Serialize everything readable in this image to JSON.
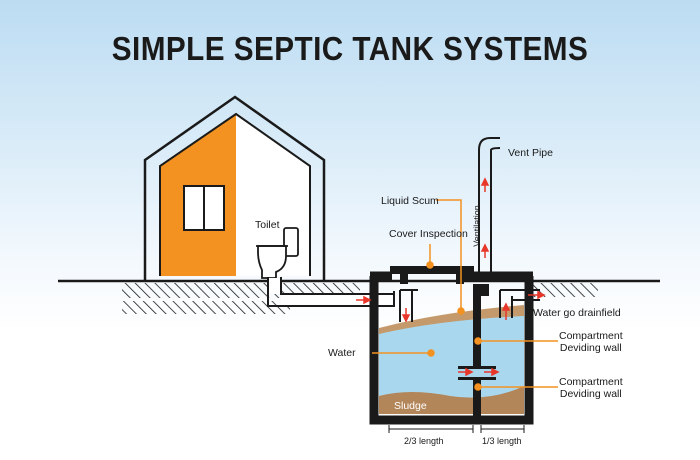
{
  "title": "SIMPLE SEPTIC TANK SYSTEMS",
  "labels": {
    "toilet": "Toilet",
    "liquid_scum": "Liquid Scum",
    "cover_inspection": "Cover Inspection",
    "vent_pipe": "Vent Pipe",
    "ventilation": "Ventilation",
    "water_go_drainfield": "Water go drainfield",
    "compartment_1": "Compartment\nDeviding wall",
    "compartment_2": "Compartment\nDeviding wall",
    "water": "Water",
    "sludge": "Sludge",
    "two_thirds_length": "2/3 length",
    "one_third_length": "1/3 length"
  },
  "colors": {
    "house_orange": "#f39221",
    "water": "#a9d8ee",
    "scum": "#c49a6c",
    "sludge": "#b3865a",
    "leader": "#f39221",
    "flow_arrow": "#e8372a",
    "outline": "#1a1a1a"
  }
}
